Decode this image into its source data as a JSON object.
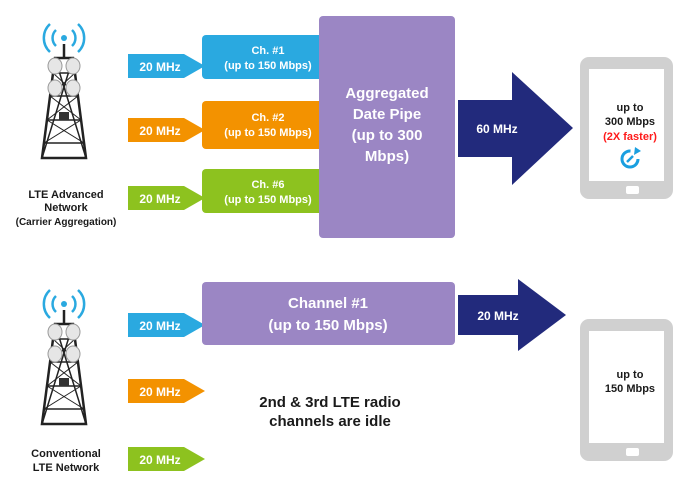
{
  "colors": {
    "blue": "#2aa9e0",
    "orange": "#f39200",
    "green": "#8dc21f",
    "purple": "#9b86c4",
    "navy": "#222a7c",
    "phone_body": "#d0d0d0",
    "red_text": "#ff1a1a",
    "phone_icon": "#1a9fe0"
  },
  "top": {
    "tower_label_line1": "LTE Advanced",
    "tower_label_line2": "Network",
    "tower_label_line3": "(Carrier Aggregation)",
    "inputs": [
      {
        "label": "20 MHz",
        "color": "blue"
      },
      {
        "label": "20 MHz",
        "color": "orange"
      },
      {
        "label": "20 MHz",
        "color": "green"
      }
    ],
    "channels": [
      {
        "line1": "Ch. #1",
        "line2": "(up to 150 Mbps)",
        "color": "blue"
      },
      {
        "line1": "Ch. #2",
        "line2": "(up to 150 Mbps)",
        "color": "orange"
      },
      {
        "line1": "Ch. #6",
        "line2": "(up to 150 Mbps)",
        "color": "green"
      }
    ],
    "pipe": {
      "line1": "Aggregated",
      "line2": "Date Pipe",
      "line3": "(up to 300",
      "line4": "Mbps)"
    },
    "output_label": "60 MHz",
    "phone": {
      "line1": "up to",
      "line2": "300 Mbps",
      "line3": "(2X faster)",
      "icon": "speed-refresh-icon"
    }
  },
  "bottom": {
    "tower_label_line1": "Conventional",
    "tower_label_line2": "LTE Network",
    "inputs": [
      {
        "label": "20 MHz",
        "color": "blue"
      },
      {
        "label": "20 MHz",
        "color": "orange"
      },
      {
        "label": "20 MHz",
        "color": "green"
      }
    ],
    "channel": {
      "line1": "Channel #1",
      "line2": "(up to 150 Mbps)"
    },
    "idle_line1": "2nd & 3rd LTE radio",
    "idle_line2": "channels are idle",
    "output_label": "20 MHz",
    "phone": {
      "line1": "up to",
      "line2": "150 Mbps"
    }
  }
}
